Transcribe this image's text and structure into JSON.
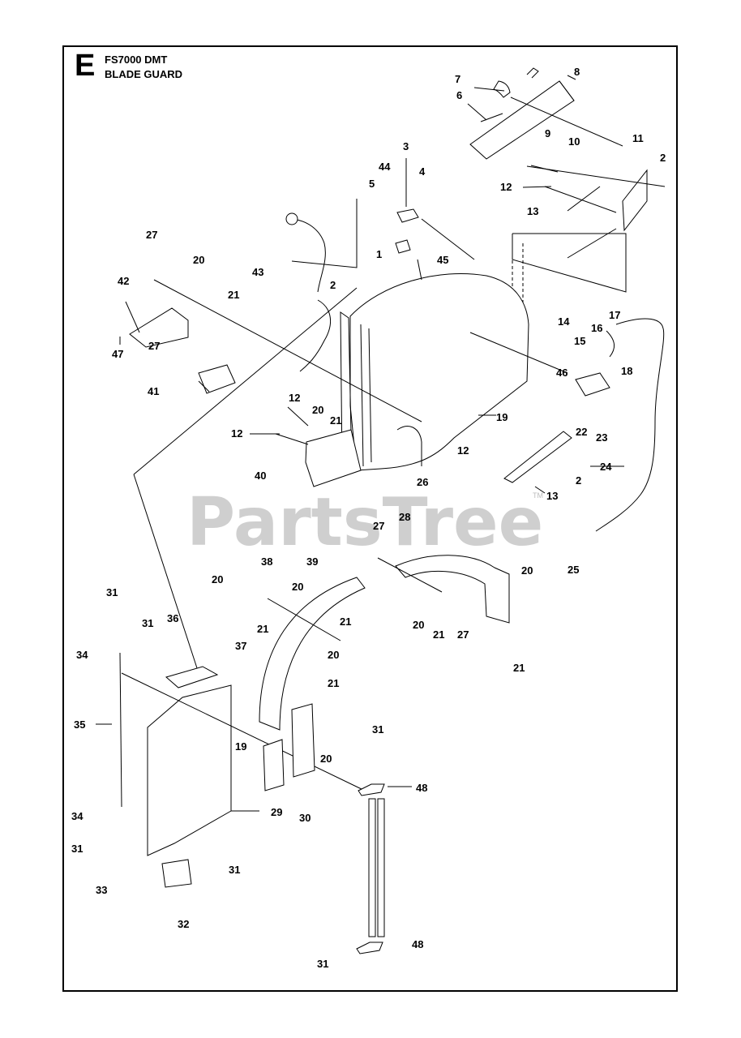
{
  "header": {
    "section_letter": "E",
    "model": "FS7000 DMT",
    "assembly": "BLADE GUARD"
  },
  "watermark": {
    "text": "PartsTree",
    "trademark": "TM",
    "color": "#cfcfcf"
  },
  "callouts": [
    {
      "label": "1"
    },
    {
      "label": "2"
    },
    {
      "label": "2"
    },
    {
      "label": "2"
    },
    {
      "label": "3"
    },
    {
      "label": "4"
    },
    {
      "label": "5"
    },
    {
      "label": "6"
    },
    {
      "label": "7"
    },
    {
      "label": "8"
    },
    {
      "label": "9"
    },
    {
      "label": "10"
    },
    {
      "label": "11"
    },
    {
      "label": "12"
    },
    {
      "label": "12"
    },
    {
      "label": "12"
    },
    {
      "label": "12"
    },
    {
      "label": "13"
    },
    {
      "label": "13"
    },
    {
      "label": "14"
    },
    {
      "label": "15"
    },
    {
      "label": "16"
    },
    {
      "label": "17"
    },
    {
      "label": "18"
    },
    {
      "label": "19"
    },
    {
      "label": "19"
    },
    {
      "label": "20"
    },
    {
      "label": "20"
    },
    {
      "label": "20"
    },
    {
      "label": "20"
    },
    {
      "label": "20"
    },
    {
      "label": "20"
    },
    {
      "label": "20"
    },
    {
      "label": "20"
    },
    {
      "label": "21"
    },
    {
      "label": "21"
    },
    {
      "label": "21"
    },
    {
      "label": "21"
    },
    {
      "label": "21"
    },
    {
      "label": "21"
    },
    {
      "label": "21"
    },
    {
      "label": "22"
    },
    {
      "label": "23"
    },
    {
      "label": "24"
    },
    {
      "label": "25"
    },
    {
      "label": "26"
    },
    {
      "label": "27"
    },
    {
      "label": "27"
    },
    {
      "label": "27"
    },
    {
      "label": "27"
    },
    {
      "label": "28"
    },
    {
      "label": "29"
    },
    {
      "label": "30"
    },
    {
      "label": "31"
    },
    {
      "label": "31"
    },
    {
      "label": "31"
    },
    {
      "label": "31"
    },
    {
      "label": "31"
    },
    {
      "label": "31"
    },
    {
      "label": "32"
    },
    {
      "label": "33"
    },
    {
      "label": "34"
    },
    {
      "label": "34"
    },
    {
      "label": "35"
    },
    {
      "label": "36"
    },
    {
      "label": "37"
    },
    {
      "label": "38"
    },
    {
      "label": "39"
    },
    {
      "label": "40"
    },
    {
      "label": "41"
    },
    {
      "label": "42"
    },
    {
      "label": "43"
    },
    {
      "label": "44"
    },
    {
      "label": "45"
    },
    {
      "label": "46"
    },
    {
      "label": "47"
    },
    {
      "label": "48"
    },
    {
      "label": "48"
    }
  ]
}
